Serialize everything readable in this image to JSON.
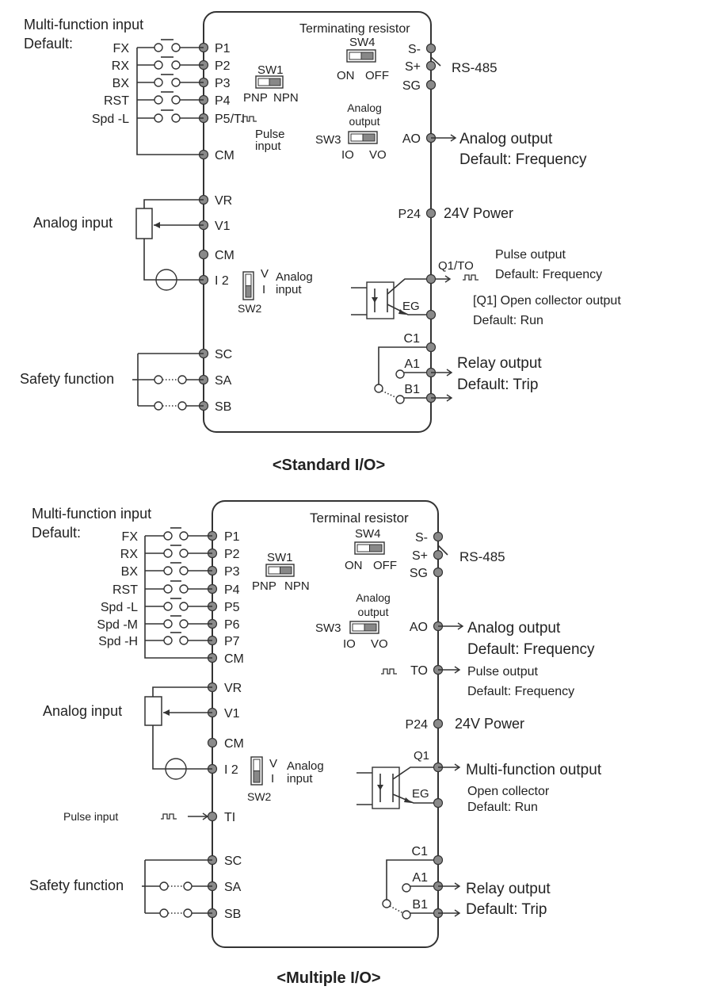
{
  "standard": {
    "caption": "<Standard I/O>",
    "multi_function_input": "Multi-function input",
    "default_label": "Default:",
    "inputs": [
      "FX",
      "RX",
      "BX",
      "RST",
      "Spd -L"
    ],
    "left_terminals": [
      "P1",
      "P2",
      "P3",
      "P4",
      "P5/TI",
      "CM",
      "VR",
      "V1",
      "CM",
      "I 2",
      "SC",
      "SA",
      "SB"
    ],
    "right_terminals": [
      "S-",
      "S+",
      "SG",
      "AO",
      "P24",
      "Q1/TO",
      "EG",
      "C1",
      "A1",
      "B1"
    ],
    "analog_input": "Analog input",
    "safety_function": "Safety function",
    "sw1": {
      "label": "SW1",
      "left": "PNP",
      "right": "NPN"
    },
    "pulse_input": [
      "Pulse",
      "input"
    ],
    "terminating_resistor": "Terminating resistor",
    "sw4": {
      "label": "SW4",
      "left": "ON",
      "right": "OFF"
    },
    "analog_output_switch": [
      "Analog",
      "output"
    ],
    "sw3": {
      "label": "SW3",
      "left": "IO",
      "right": "VO"
    },
    "sw2": {
      "label": "SW2",
      "top": "V",
      "bottom": "I"
    },
    "analog_input_switch": [
      "Analog",
      "input"
    ],
    "rs485": "RS-485",
    "analog_output": "Analog output",
    "analog_output_default": "Default: Frequency",
    "power": "24V Power",
    "pulse_output": "Pulse output",
    "pulse_output_default": "Default: Frequency",
    "open_collector": "[Q1] Open collector output",
    "open_collector_default": "Default: Run",
    "relay_output": "Relay output",
    "relay_default": "Default: Trip"
  },
  "multiple": {
    "caption": "<Multiple I/O>",
    "multi_function_input": "Multi-function input",
    "default_label": "Default:",
    "inputs": [
      "FX",
      "RX",
      "BX",
      "RST",
      "Spd -L",
      "Spd -M",
      "Spd -H"
    ],
    "left_terminals": [
      "P1",
      "P2",
      "P3",
      "P4",
      "P5",
      "P6",
      "P7",
      "CM",
      "VR",
      "V1",
      "CM",
      "I 2",
      "TI",
      "SC",
      "SA",
      "SB"
    ],
    "right_terminals": [
      "S-",
      "S+",
      "SG",
      "AO",
      "TO",
      "P24",
      "Q1",
      "EG",
      "C1",
      "A1",
      "B1"
    ],
    "analog_input": "Analog input",
    "pulse_input": "Pulse input",
    "safety_function": "Safety function",
    "sw1": {
      "label": "SW1",
      "left": "PNP",
      "right": "NPN"
    },
    "terminal_resistor": "Terminal resistor",
    "sw4": {
      "label": "SW4",
      "left": "ON",
      "right": "OFF"
    },
    "analog_output_switch": [
      "Analog",
      "output"
    ],
    "sw3": {
      "label": "SW3",
      "left": "IO",
      "right": "VO"
    },
    "sw2": {
      "label": "SW2",
      "top": "V",
      "bottom": "I"
    },
    "analog_input_switch": [
      "Analog",
      "input"
    ],
    "rs485": "RS-485",
    "analog_output": "Analog output",
    "analog_output_default": "Default: Frequency",
    "pulse_output": "Pulse output",
    "pulse_output_default": "Default: Frequency",
    "power": "24V Power",
    "multi_function_output": "Multi-function output",
    "open_collector": "Open collector",
    "open_collector_default": "Default: Run",
    "relay_output": "Relay output",
    "relay_default": "Default: Trip"
  },
  "colors": {
    "line": "#333333",
    "terminal": "#8a8a8a",
    "switch_fill": "#888888"
  }
}
